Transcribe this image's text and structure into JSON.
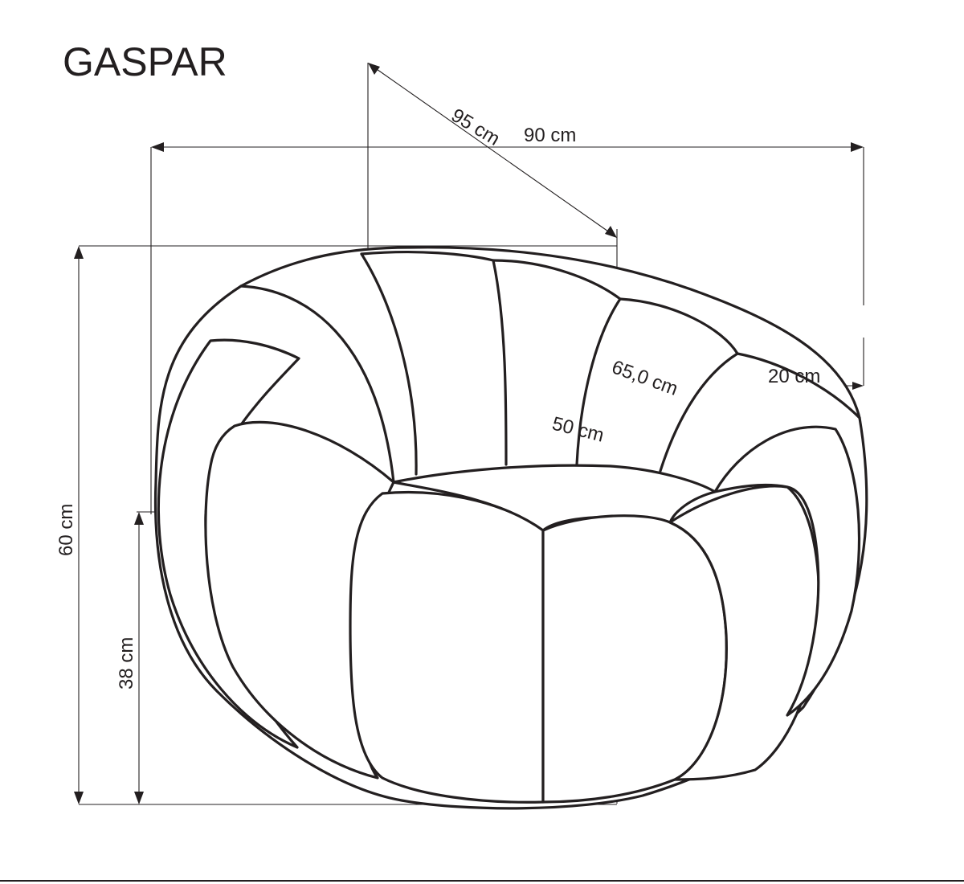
{
  "title": "GASPAR",
  "dimensions": {
    "depth": "95 cm",
    "width": "90 cm",
    "seat_width": "65,0 cm",
    "arm_width": "20 cm",
    "seat_depth": "50 cm",
    "height": "60 cm",
    "seat_height": "38 cm"
  },
  "colors": {
    "line": "#231f20",
    "background": "#ffffff"
  }
}
